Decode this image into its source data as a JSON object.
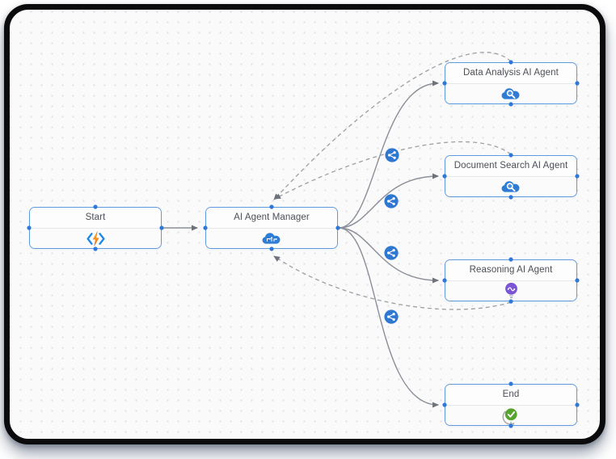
{
  "window": {
    "type": "workflow-designer-canvas",
    "frame_color": "#0b0b0d",
    "canvas_color": "#fafafa",
    "grid_dot_color": "#e2e2e2"
  },
  "diagram": {
    "nodes": [
      {
        "id": "start",
        "title": "Start",
        "icon": "function-bolt-icon"
      },
      {
        "id": "agent-manager",
        "title": "AI Agent Manager",
        "icon": "ai-cloud-circuit-icon"
      },
      {
        "id": "data-analysis",
        "title": "Data Analysis AI Agent",
        "icon": "cloud-search-icon"
      },
      {
        "id": "document-search",
        "title": "Document Search AI Agent",
        "icon": "cloud-search-icon"
      },
      {
        "id": "reasoning",
        "title": "Reasoning AI Agent",
        "icon": "reasoning-bulb-icon"
      },
      {
        "id": "end",
        "title": "End",
        "icon": "check-globe-icon"
      }
    ],
    "connections": [
      {
        "from": "start",
        "to": "agent-manager",
        "style": "solid",
        "badge": null
      },
      {
        "from": "agent-manager",
        "to": "data-analysis",
        "style": "solid",
        "badge": "share-icon"
      },
      {
        "from": "agent-manager",
        "to": "document-search",
        "style": "solid",
        "badge": "share-icon"
      },
      {
        "from": "agent-manager",
        "to": "reasoning",
        "style": "solid",
        "badge": "share-icon"
      },
      {
        "from": "agent-manager",
        "to": "end",
        "style": "solid",
        "badge": "share-icon"
      },
      {
        "from": "data-analysis",
        "to": "agent-manager",
        "style": "dashed",
        "badge": null
      },
      {
        "from": "document-search",
        "to": "agent-manager",
        "style": "dashed",
        "badge": null
      },
      {
        "from": "reasoning",
        "to": "agent-manager",
        "style": "dashed",
        "badge": null
      }
    ],
    "colors": {
      "node_border": "#5d9ae0",
      "node_background": "#fcfcfc",
      "title_text": "#4c4f56",
      "port_dot": "#2f78d8",
      "solid_edge": "#8a8f98",
      "dashed_edge": "#9aa0a6",
      "badge_fill": "#2e78d2",
      "cloud_icon_blue": "#2e7cd6",
      "bolt_orange": "#f7941d",
      "chevron_blue": "#1f87e8",
      "bulb_purple": "#7a55d6",
      "check_green": "#56a32d"
    }
  }
}
